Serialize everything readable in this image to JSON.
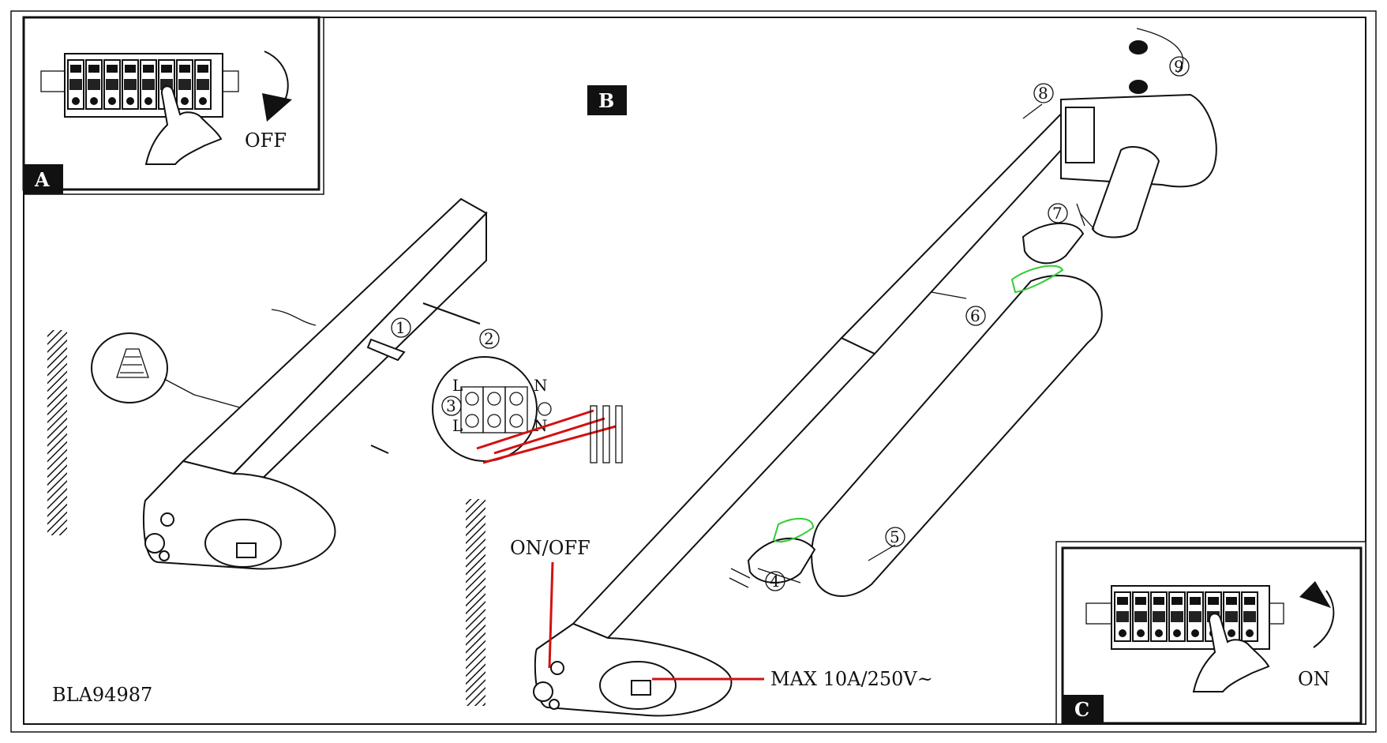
{
  "panels": {
    "a": {
      "badge": "A",
      "switch_label": "OFF"
    },
    "b": {
      "badge": "B"
    },
    "c": {
      "badge": "C",
      "switch_label": "ON"
    }
  },
  "step_numbers": [
    "1",
    "2",
    "3",
    "4",
    "5",
    "6",
    "7",
    "8",
    "9"
  ],
  "terminal_labels": {
    "l_top": "L",
    "n_top": "N",
    "l_bottom": "L",
    "n_bottom": "N"
  },
  "callouts": {
    "on_off": "ON/OFF",
    "max_rating": "MAX 10A/250V~"
  },
  "model_code": "BLA94987",
  "colors": {
    "wire_red": "#d31111",
    "gasket_green": "#33cc33",
    "line": "#111111"
  }
}
